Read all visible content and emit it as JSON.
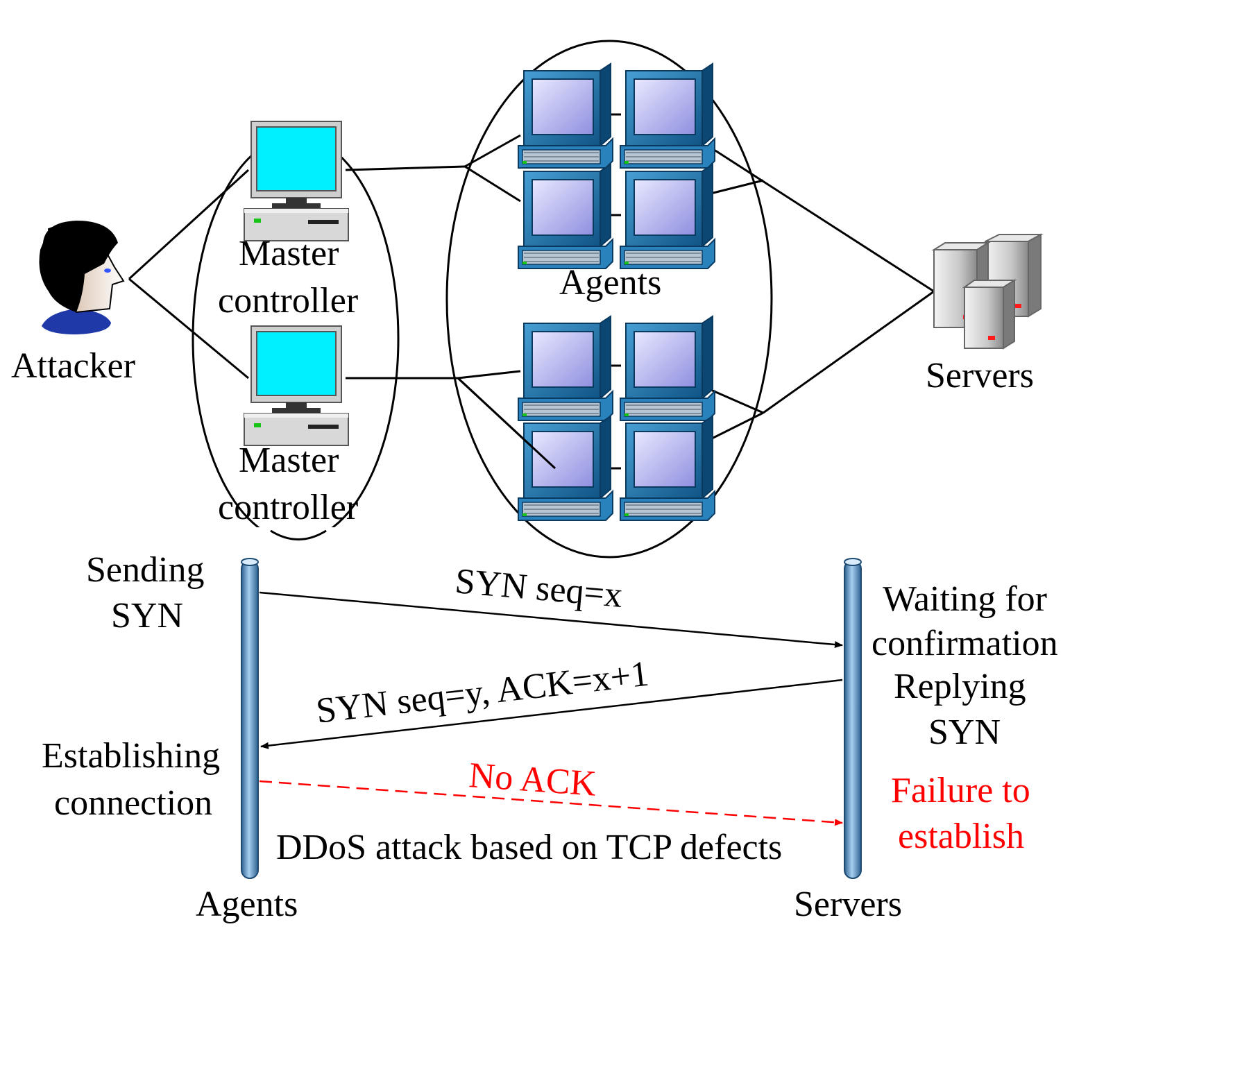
{
  "labels": {
    "attacker": "Attacker",
    "master_top_1": "Master",
    "master_top_2": "controller",
    "master_bottom_1": "Master",
    "master_bottom_2": "controller",
    "agents_cluster": "Agents",
    "servers_top": "Servers",
    "sending_1": "Sending",
    "sending_2": "SYN",
    "waiting_1": "Waiting for",
    "waiting_2": "confirmation",
    "replying_1": "Replying",
    "replying_2": "SYN",
    "establishing_1": "Establishing",
    "establishing_2": "connection",
    "failure_1": "Failure to",
    "failure_2": "establish",
    "agents_axis": "Agents",
    "servers_axis": "Servers"
  },
  "messages": {
    "syn": "SYN seq=x",
    "synack": "SYN seq=y, ACK=x+1",
    "noack": "No ACK",
    "caption": "DDoS attack based on TCP defects"
  },
  "colors": {
    "line": "#000000",
    "alert": "#ff0000",
    "monitor_cyan": "#00f0ff",
    "agent_blue": "#1f6fa8",
    "agent_screen": "#b8b8f0",
    "lifeline": "#5a8fbf"
  }
}
